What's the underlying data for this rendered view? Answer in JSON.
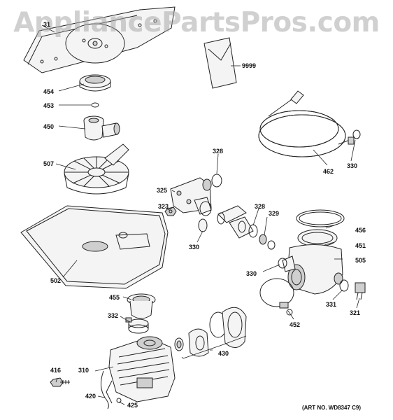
{
  "watermark": "AppliancePartsPros.com",
  "art_number": "(ART NO. WD8347 C9)",
  "callouts": [
    {
      "id": "p31",
      "label": "31"
    },
    {
      "id": "p9999",
      "label": "9999"
    },
    {
      "id": "p454",
      "label": "454"
    },
    {
      "id": "p453",
      "label": "453"
    },
    {
      "id": "p450",
      "label": "450"
    },
    {
      "id": "p328a",
      "label": "328"
    },
    {
      "id": "p462",
      "label": "462"
    },
    {
      "id": "p330a",
      "label": "330"
    },
    {
      "id": "p507",
      "label": "507"
    },
    {
      "id": "p325",
      "label": "325"
    },
    {
      "id": "p323",
      "label": "323"
    },
    {
      "id": "p328b",
      "label": "328"
    },
    {
      "id": "p329",
      "label": "329"
    },
    {
      "id": "p456",
      "label": "456"
    },
    {
      "id": "p330b",
      "label": "330"
    },
    {
      "id": "p451",
      "label": "451"
    },
    {
      "id": "p505",
      "label": "505"
    },
    {
      "id": "p502",
      "label": "502"
    },
    {
      "id": "p330c",
      "label": "330"
    },
    {
      "id": "p455",
      "label": "455"
    },
    {
      "id": "p331",
      "label": "331"
    },
    {
      "id": "p321",
      "label": "321"
    },
    {
      "id": "p332",
      "label": "332"
    },
    {
      "id": "p452",
      "label": "452"
    },
    {
      "id": "p430",
      "label": "430"
    },
    {
      "id": "p416",
      "label": "416"
    },
    {
      "id": "p310",
      "label": "310"
    },
    {
      "id": "p420",
      "label": "420"
    },
    {
      "id": "p425",
      "label": "425"
    }
  ]
}
